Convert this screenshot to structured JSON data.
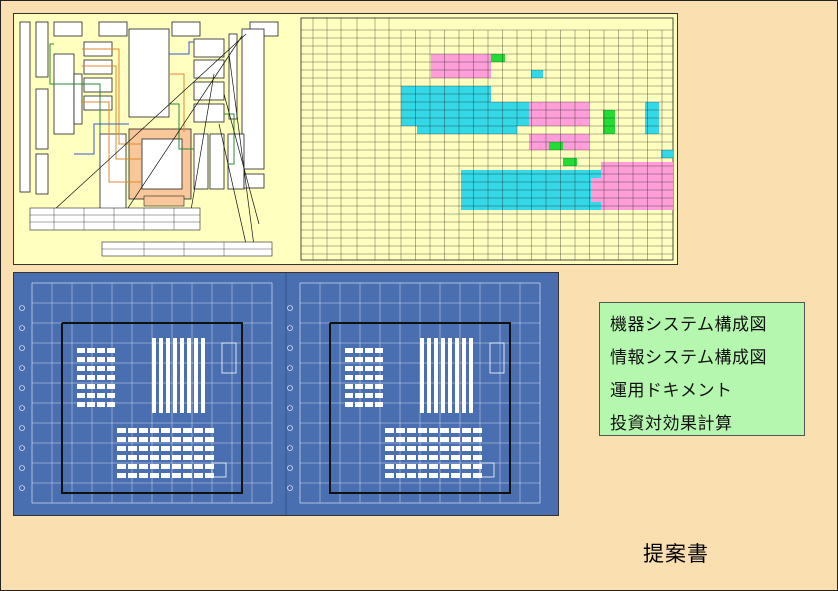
{
  "menu": {
    "items": [
      {
        "label": "機器システム構成図"
      },
      {
        "label": "情報システム構成図"
      },
      {
        "label": "運用ドキメント"
      },
      {
        "label": "投資対効果計算"
      }
    ]
  },
  "footer": {
    "caption": "提案書"
  },
  "colors": {
    "page_bg": "#fadfb0",
    "yellow_panel": "#ffffc0",
    "blue_panel": "#4a6fb0",
    "green_panel": "#b6f7b0",
    "cyan_cell": "#33d9e6",
    "pink_cell": "#ff9ed8",
    "green_cell": "#22dd33"
  },
  "icons": [
    "system-block-diagram",
    "equipment-schedule-table",
    "floor-plan-drawing"
  ]
}
